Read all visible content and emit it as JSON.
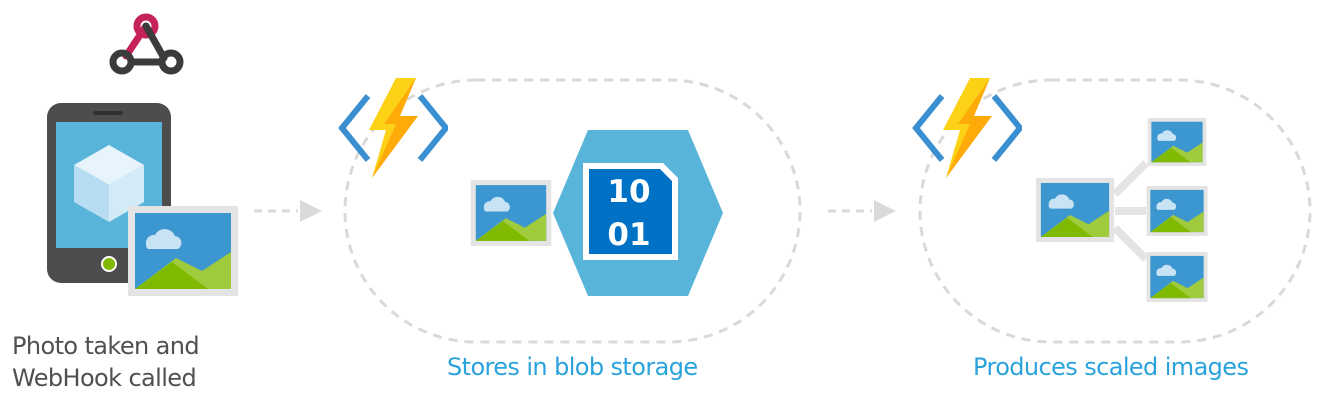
{
  "diagram": {
    "steps": [
      {
        "caption_lines": [
          "Photo taken and",
          "WebHook called"
        ]
      },
      {
        "caption": "Stores in blob storage"
      },
      {
        "caption": "Produces scaled images"
      }
    ],
    "blob_icon": {
      "line1": "10",
      "line2": "01"
    }
  },
  "icons": {
    "webhook": "webhook-icon",
    "phone": "phone-icon",
    "function": "azure-function-icon",
    "blob": "blob-storage-icon",
    "image": "image-icon"
  },
  "colors": {
    "caption_accent": "#2aa3dc",
    "caption_text": "#505050",
    "webhook_pink": "#c5215b",
    "webhook_dark": "#3b3b3b",
    "bolt_yellow": "#fcd116",
    "bolt_orange": "#ff8c00",
    "bracket_blue": "#3a8fd0",
    "hex_blue": "#59b4d9",
    "doc_blue": "#0072c6",
    "phone_body": "#4d4d4d",
    "phone_screen": "#59b4d9",
    "phone_button": "#7fba00",
    "dash_gray": "#d9d9d9",
    "arrow_gray": "#dadada"
  }
}
